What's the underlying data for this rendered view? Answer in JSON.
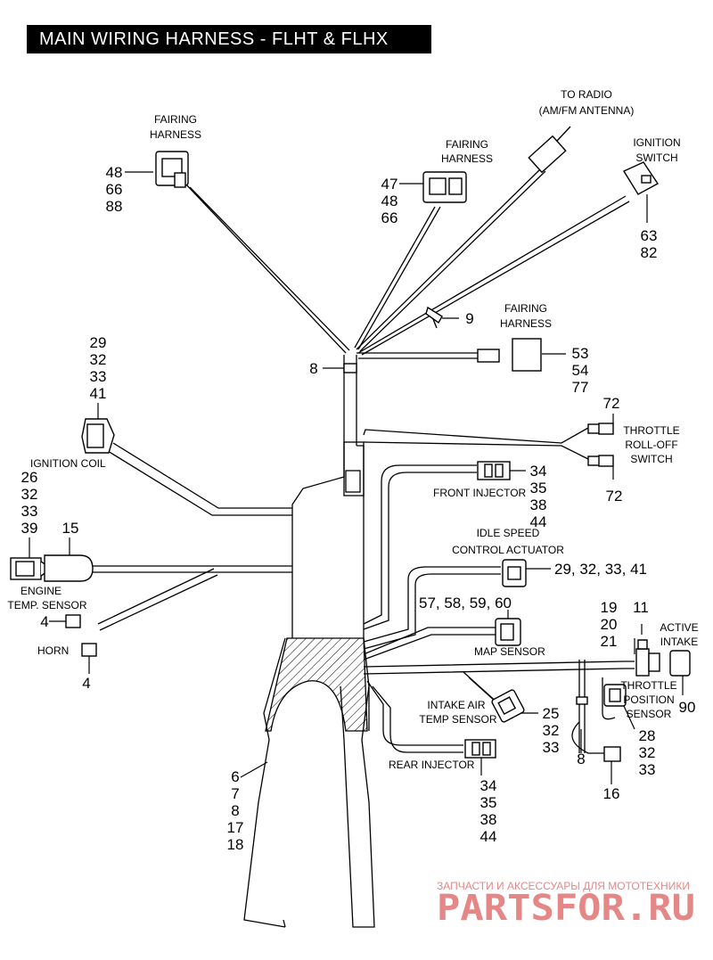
{
  "title": "MAIN WIRING HARNESS - FLHT & FLHX",
  "labels": {
    "fairing_harness_1": [
      "FAIRING",
      "HARNESS"
    ],
    "fairing_harness_2": [
      "FAIRING",
      "HARNESS"
    ],
    "fairing_harness_3": [
      "FAIRING",
      "HARNESS"
    ],
    "to_radio": [
      "TO RADIO",
      "(AM/FM ANTENNA)"
    ],
    "ignition_switch": [
      "IGNITION",
      "SWITCH"
    ],
    "throttle_rolloff": [
      "THROTTLE",
      "ROLL-OFF",
      "SWITCH"
    ],
    "ignition_coil": "IGNITION COIL",
    "front_injector": "FRONT INJECTOR",
    "idle_speed": [
      "IDLE SPEED",
      "CONTROL ACTUATOR"
    ],
    "engine_temp": [
      "ENGINE",
      "TEMP. SENSOR"
    ],
    "horn": "HORN",
    "active_intake": [
      "ACTIVE",
      "INTAKE"
    ],
    "map_sensor": "MAP SENSOR",
    "throttle_position": [
      "THROTTLE",
      "POSITION",
      "SENSOR"
    ],
    "intake_air": [
      "INTAKE AIR",
      "TEMP SENSOR"
    ],
    "rear_injector": "REAR INJECTOR"
  },
  "callouts": {
    "fairing1": [
      "48",
      "66",
      "88"
    ],
    "fairing2": [
      "47",
      "48",
      "66"
    ],
    "ignition_switch": [
      "63",
      "82"
    ],
    "clip": "9",
    "fairing3": [
      "53",
      "54",
      "77"
    ],
    "strap": "8",
    "coil": [
      "29",
      "32",
      "33",
      "41"
    ],
    "throttle_top": "72",
    "throttle_bottom": "72",
    "front_injector": [
      "34",
      "35",
      "38",
      "44"
    ],
    "engine_temp_group": [
      "26",
      "32",
      "33",
      "39"
    ],
    "engine_temp_single": "15",
    "idle_speed": "29, 32, 33, 41",
    "horn_upper": "4",
    "horn_lower": "4",
    "map_sensor": "57, 58, 59, 60",
    "tps_group": [
      "19",
      "20",
      "21"
    ],
    "tps_single": "11",
    "active_intake": "90",
    "intake_air": [
      "25",
      "32",
      "33"
    ],
    "tps_lower": [
      "28",
      "32",
      "33"
    ],
    "lower_strap": "8",
    "lower_clip": "16",
    "main_bundle": [
      "6",
      "7",
      "8",
      "17",
      "18"
    ],
    "rear_injector": [
      "34",
      "35",
      "38",
      "44"
    ]
  },
  "watermark": {
    "line1": "ЗАПЧАСТИ И АКСЕССУАРЫ ДЛЯ МОТОТЕХНИКИ",
    "line2": "PARTSFOR.RU",
    "color": "#e58787"
  }
}
